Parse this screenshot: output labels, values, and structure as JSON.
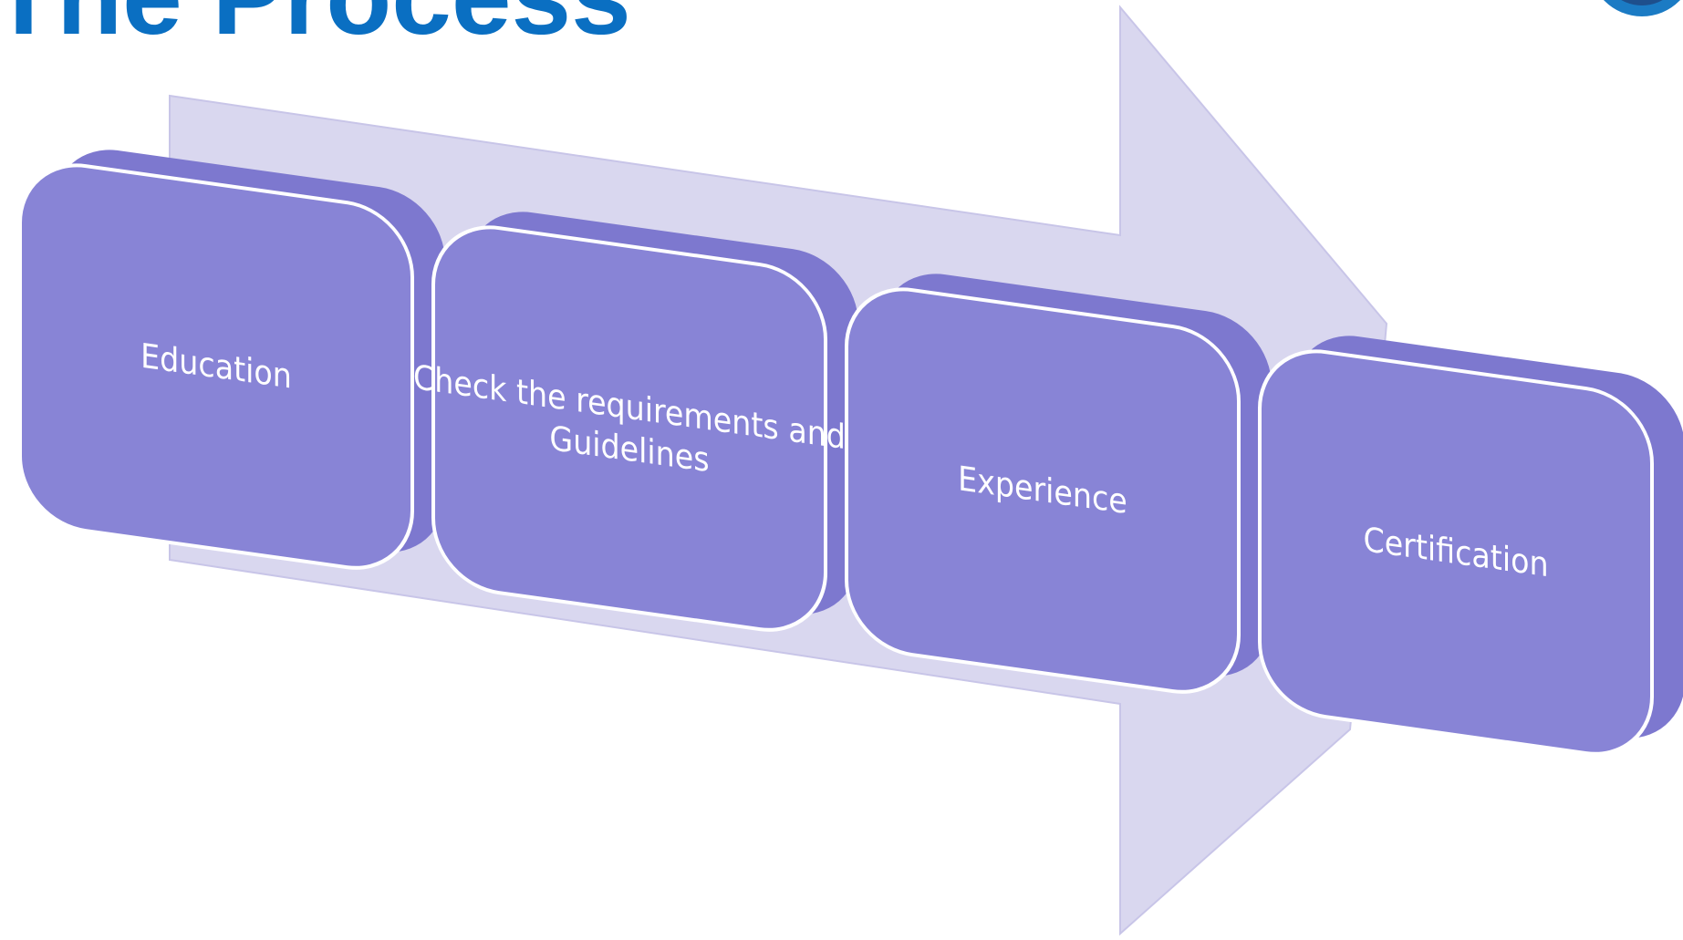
{
  "slide": {
    "title": "The Process"
  },
  "colors": {
    "title": "#0a6fc2",
    "arrow_fill": "#d9d7ef",
    "arrow_edge": "#c8c5e8",
    "box_fill": "#8884d6",
    "box_shadow": "#7d78cf",
    "box_outline": "#ffffff",
    "label_text": "#ffffff",
    "logo_ring": "#1b7bc4",
    "logo_fill": "#1e4f8c"
  },
  "steps": [
    {
      "lines": [
        "Education"
      ]
    },
    {
      "lines": [
        "Check the requirements and",
        "Guidelines"
      ]
    },
    {
      "lines": [
        "Experience"
      ]
    },
    {
      "lines": [
        "Certification"
      ]
    }
  ],
  "icons": {
    "background_arrow": "right-arrow-shape",
    "logo": "circular-emblem-logo"
  }
}
